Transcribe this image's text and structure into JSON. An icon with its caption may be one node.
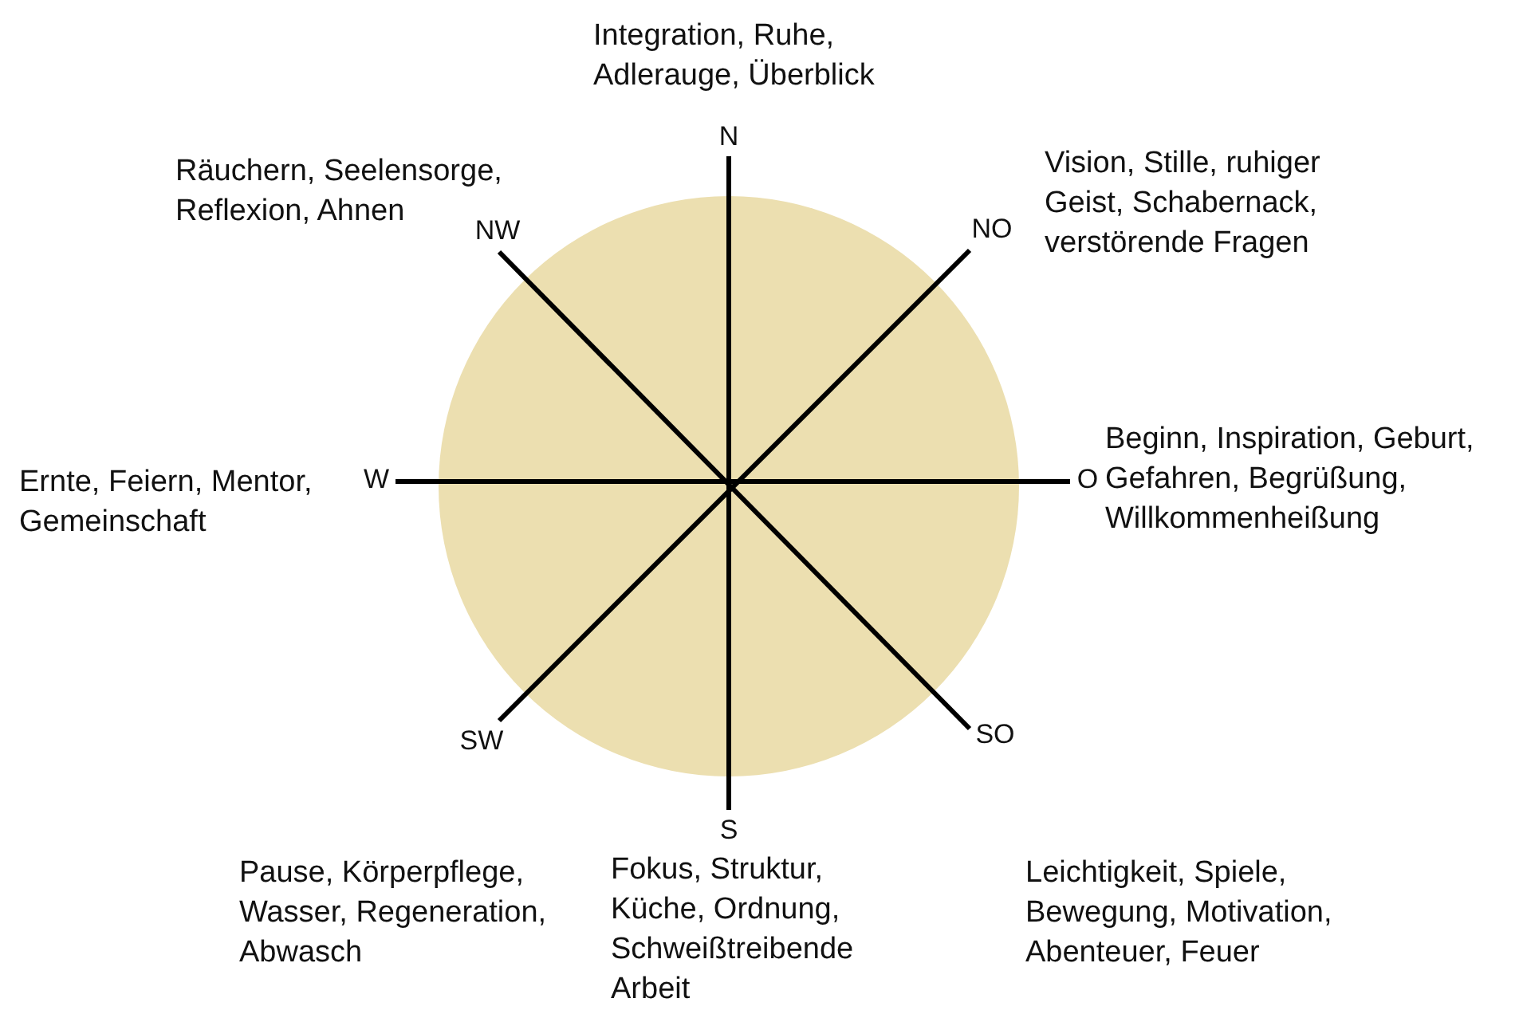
{
  "diagram": {
    "nodes": [
      {
        "text": [
          "N"
        ],
        "beside": [
          "Integration, Ruhe, Adlerauge, Überblick"
        ]
      },
      {
        "text": [
          "NO"
        ],
        "beside": [
          "Vision, Stille, ruhiger Geist, Schabernack, verstörende Fragen"
        ]
      },
      {
        "text": [
          "O"
        ],
        "beside": [
          "Beginn, Inspiration, Geburt, Gefahren, Begrüßung, Willkommenheißung"
        ]
      },
      {
        "text": [
          "SO"
        ],
        "beside": [
          "Leichtigkeit, Spiele, Bewegung, Motivation, Abenteuer, Feuer"
        ]
      },
      {
        "text": [
          "S"
        ],
        "beside": [
          "Fokus, Struktur, Küche, Ordnung, Schweißtreibende Arbeit"
        ]
      },
      {
        "text": [
          "SW"
        ],
        "beside": [
          "Pause, Körperpflege, Wasser, Regeneration, Abwasch"
        ]
      },
      {
        "text": [
          "W"
        ],
        "beside": [
          "Ernte, Feiern, Mentor, Gemeinschaft"
        ]
      },
      {
        "text": [
          "NW"
        ],
        "beside": [
          "Räuchern, Seelensorge, Reflexion, Ahnen"
        ]
      }
    ],
    "edges": [
      {
        "from": 0,
        "to": 4,
        "arrow": "none"
      },
      {
        "from": 1,
        "to": 5,
        "arrow": "none"
      },
      {
        "from": 6,
        "to": 2,
        "arrow": "none"
      },
      {
        "from": 7,
        "to": 3,
        "arrow": "none"
      }
    ]
  }
}
